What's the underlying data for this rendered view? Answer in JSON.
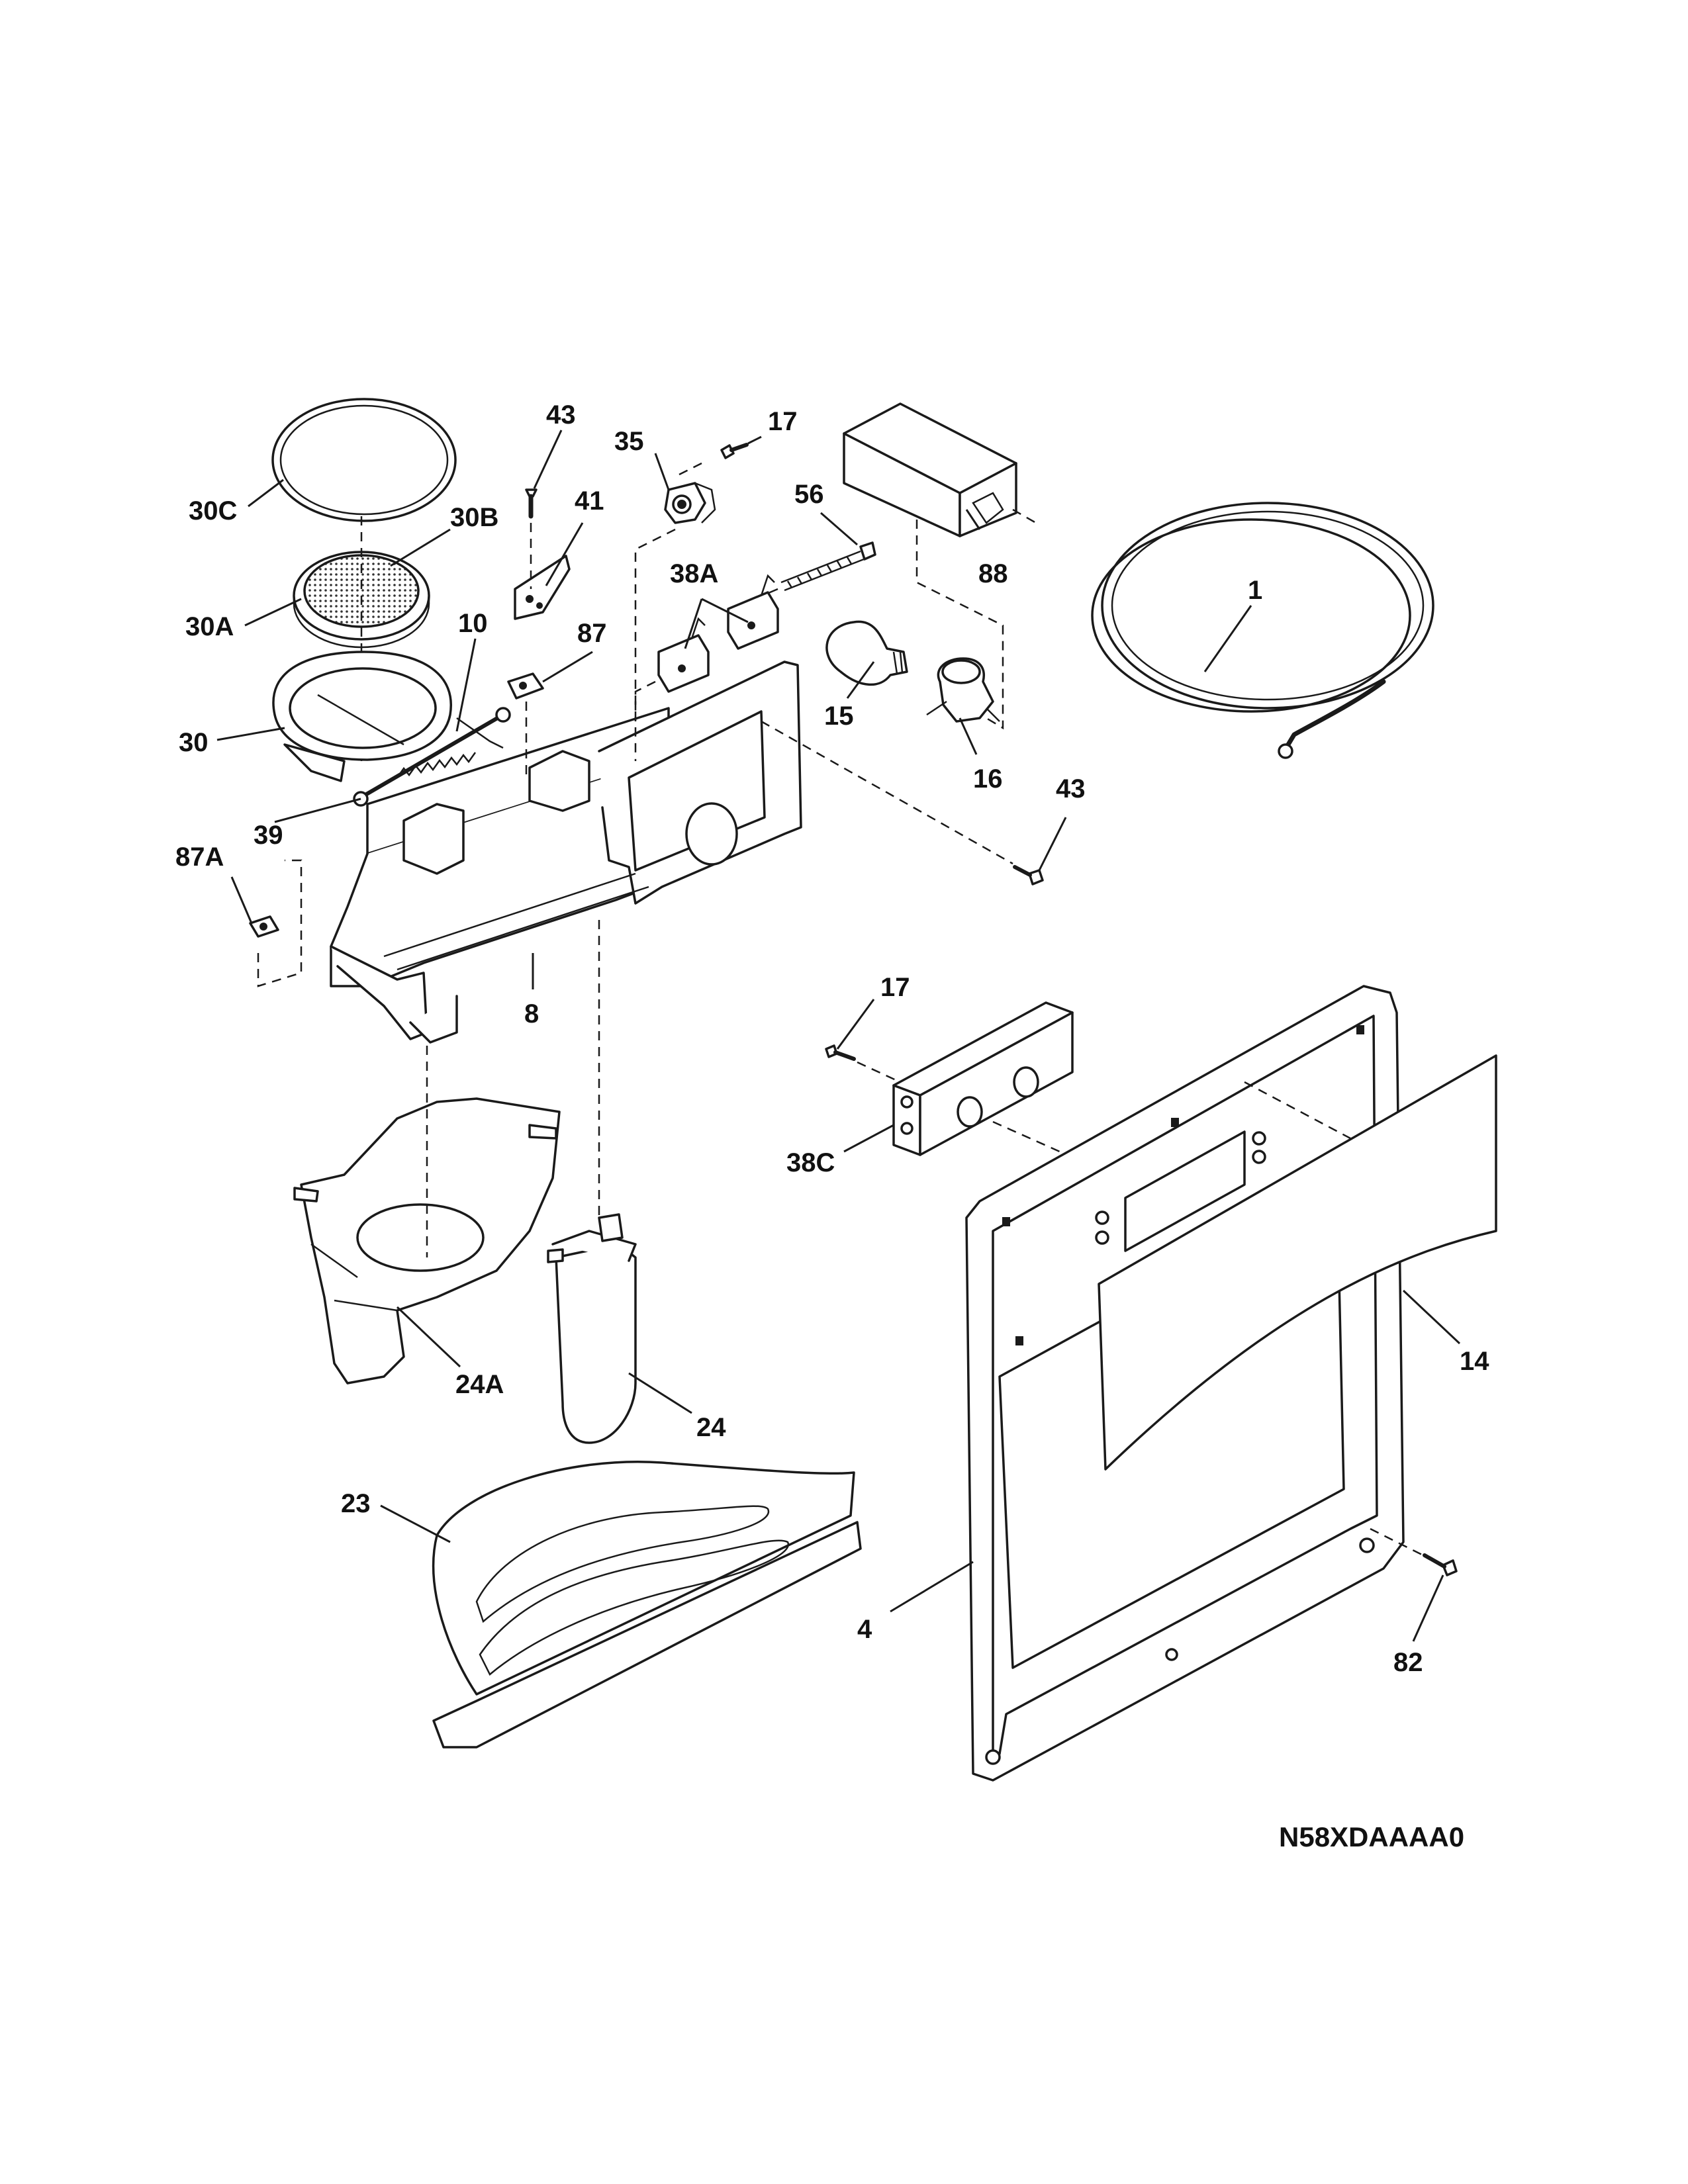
{
  "diagram": {
    "model_code": "N58XDAAAA0",
    "callouts": {
      "p1": "1",
      "p4": "4",
      "p8": "8",
      "p10": "10",
      "p14": "14",
      "p15": "15",
      "p16": "16",
      "p17a": "17",
      "p17b": "17",
      "p23": "23",
      "p24": "24",
      "p24a": "24A",
      "p30": "30",
      "p30a": "30A",
      "p30b": "30B",
      "p30c": "30C",
      "p35": "35",
      "p38a": "38A",
      "p38c": "38C",
      "p39": "39",
      "p41": "41",
      "p43a": "43",
      "p43b": "43",
      "p56": "56",
      "p82": "82",
      "p87": "87",
      "p87a": "87A",
      "p88": "88"
    }
  }
}
